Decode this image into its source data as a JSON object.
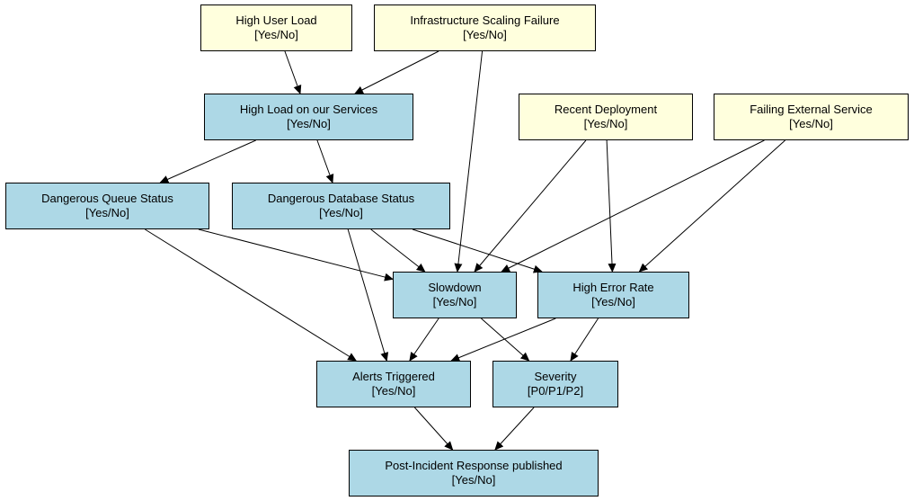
{
  "colors": {
    "root_fill": "#ffffdd",
    "derived_fill": "#add8e6",
    "stroke": "#000000"
  },
  "nodes": {
    "high_user_load": {
      "label": "High User Load",
      "states": "[Yes/No]",
      "kind": "root"
    },
    "infra_scaling_failure": {
      "label": "Infrastructure Scaling Failure",
      "states": "[Yes/No]",
      "kind": "root"
    },
    "high_load_services": {
      "label": "High Load on our Services",
      "states": "[Yes/No]",
      "kind": "derived"
    },
    "recent_deployment": {
      "label": "Recent Deployment",
      "states": "[Yes/No]",
      "kind": "root"
    },
    "failing_external_service": {
      "label": "Failing External Service",
      "states": "[Yes/No]",
      "kind": "root"
    },
    "dangerous_queue": {
      "label": "Dangerous Queue Status",
      "states": "[Yes/No]",
      "kind": "derived"
    },
    "dangerous_database": {
      "label": "Dangerous Database Status",
      "states": "[Yes/No]",
      "kind": "derived"
    },
    "slowdown": {
      "label": "Slowdown",
      "states": "[Yes/No]",
      "kind": "derived"
    },
    "high_error_rate": {
      "label": "High Error Rate",
      "states": "[Yes/No]",
      "kind": "derived"
    },
    "alerts_triggered": {
      "label": "Alerts Triggered",
      "states": "[Yes/No]",
      "kind": "derived"
    },
    "severity": {
      "label": "Severity",
      "states": "[P0/P1/P2]",
      "kind": "derived"
    },
    "post_incident": {
      "label": "Post-Incident Response published",
      "states": "[Yes/No]",
      "kind": "derived"
    }
  },
  "edges": [
    {
      "from": "high_user_load",
      "to": "high_load_services"
    },
    {
      "from": "infra_scaling_failure",
      "to": "high_load_services"
    },
    {
      "from": "infra_scaling_failure",
      "to": "slowdown"
    },
    {
      "from": "high_load_services",
      "to": "dangerous_queue"
    },
    {
      "from": "high_load_services",
      "to": "dangerous_database"
    },
    {
      "from": "recent_deployment",
      "to": "slowdown"
    },
    {
      "from": "recent_deployment",
      "to": "high_error_rate"
    },
    {
      "from": "failing_external_service",
      "to": "slowdown"
    },
    {
      "from": "failing_external_service",
      "to": "high_error_rate"
    },
    {
      "from": "dangerous_queue",
      "to": "slowdown"
    },
    {
      "from": "dangerous_queue",
      "to": "alerts_triggered"
    },
    {
      "from": "dangerous_database",
      "to": "slowdown"
    },
    {
      "from": "dangerous_database",
      "to": "high_error_rate"
    },
    {
      "from": "dangerous_database",
      "to": "alerts_triggered"
    },
    {
      "from": "slowdown",
      "to": "alerts_triggered"
    },
    {
      "from": "slowdown",
      "to": "severity"
    },
    {
      "from": "high_error_rate",
      "to": "alerts_triggered"
    },
    {
      "from": "high_error_rate",
      "to": "severity"
    },
    {
      "from": "alerts_triggered",
      "to": "post_incident"
    },
    {
      "from": "severity",
      "to": "post_incident"
    }
  ]
}
